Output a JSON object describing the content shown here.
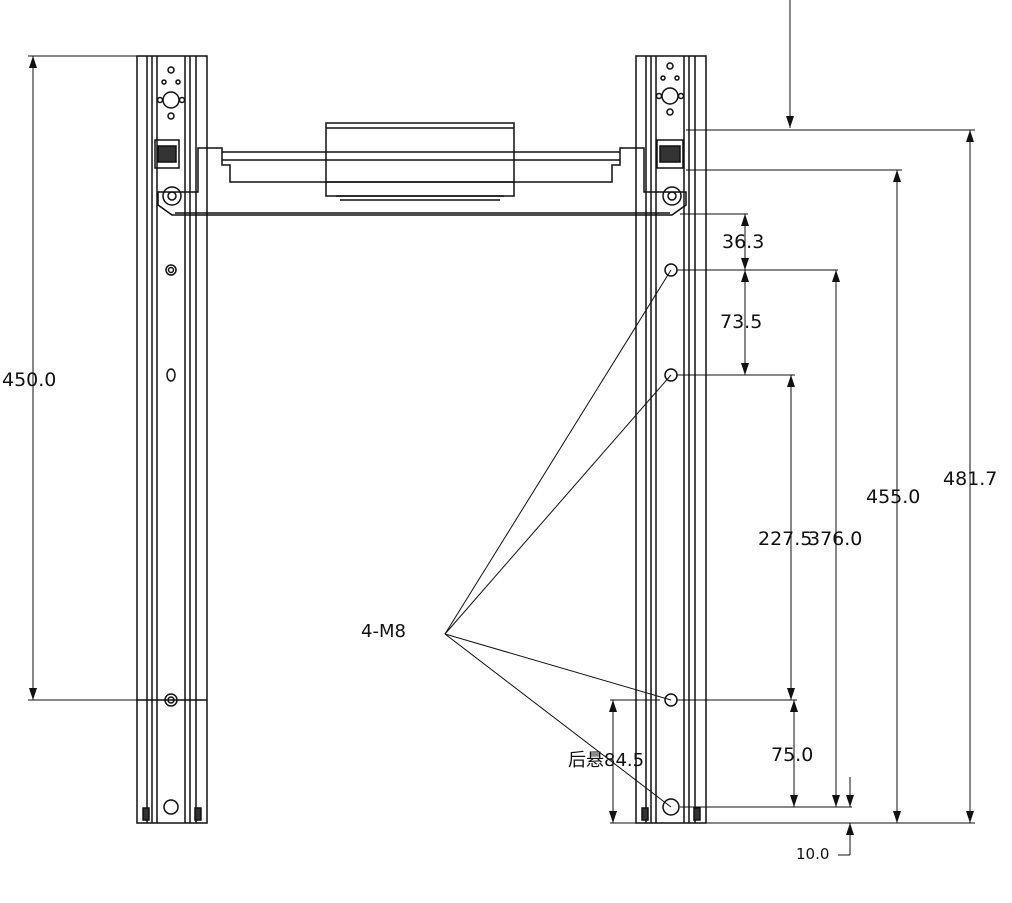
{
  "diagram": {
    "dimensions": {
      "d_450": "450.0",
      "d_36_3": "36.3",
      "d_73_5": "73.5",
      "d_227_5": "227.5",
      "d_376": "376.0",
      "d_455": "455.0",
      "d_481_7": "481.7",
      "d_75": "75.0",
      "d_10": "10.0"
    },
    "callouts": {
      "holes": "4-M8",
      "rear_overhang": "后悬84.5"
    },
    "colors": {
      "line": "#111111",
      "fill": "#ffffff",
      "shade": "#d8d8d8"
    }
  }
}
